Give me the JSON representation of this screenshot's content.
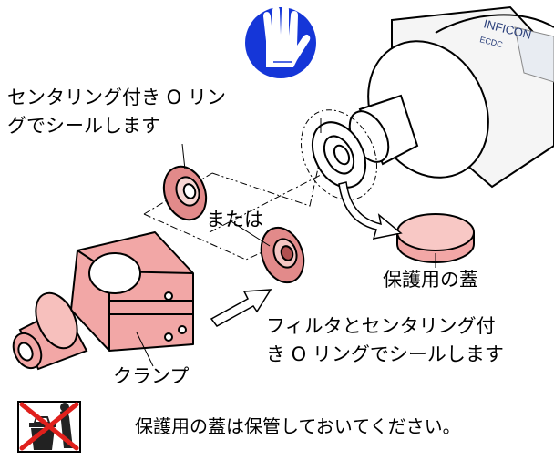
{
  "labels": {
    "centering_oring_line1": "センタリング付き O リン",
    "centering_oring_line2": "グでシールします",
    "or": "または",
    "filter_line1": "フィルタとセンタリング付",
    "filter_line2": "き O リングでシールします",
    "clamp": "クランプ",
    "cap": "保護用の蓋"
  },
  "logo": {
    "brand": "INFICON",
    "model": "ECDC"
  },
  "footer": {
    "note": "保護用の蓋は保管しておいてください。"
  },
  "icons": [
    "glove-hand-icon",
    "no-trash-disposal-icon",
    "assembly-arrow-icon",
    "removal-arrow-icon"
  ],
  "colors": {
    "glove_blue": "#1536d8",
    "part_pink": "#f2a7a6",
    "part_outline": "#9a2e2e",
    "prohibition_red": "#e0201c"
  }
}
